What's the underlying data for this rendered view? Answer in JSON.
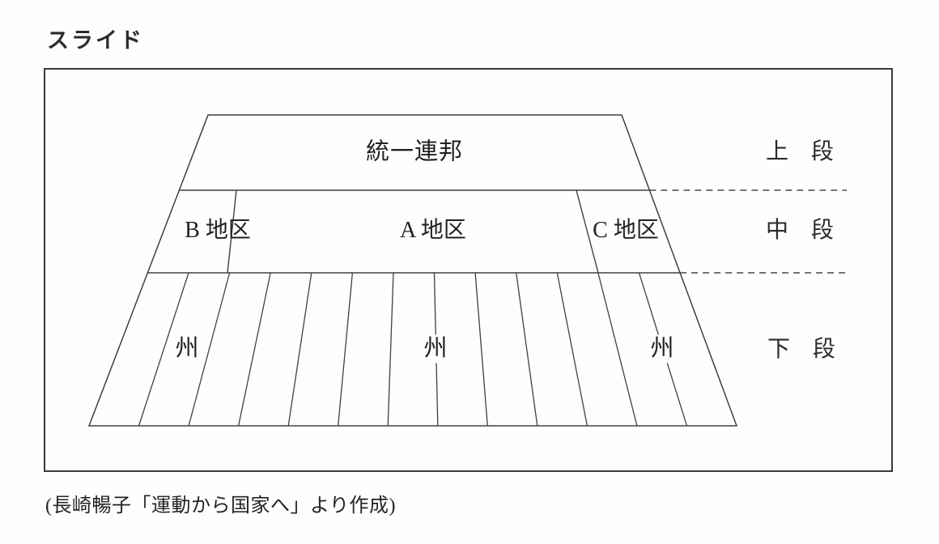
{
  "title": "スライド",
  "caption": "(長崎暢子「運動から国家へ」より作成)",
  "colors": {
    "line": "#404040",
    "frame": "#3a3a3a",
    "text": "#222222"
  },
  "diagram": {
    "top_tier": {
      "label": "統一連邦"
    },
    "middle_tier": {
      "regions": [
        {
          "label": "B 地区"
        },
        {
          "label": "A 地区"
        },
        {
          "label": "C 地区"
        }
      ]
    },
    "bottom_tier": {
      "cell_count": 13,
      "state_labels": [
        "州",
        "州",
        "州"
      ]
    },
    "tier_labels": [
      {
        "label": "上　段"
      },
      {
        "label": "中　段"
      },
      {
        "label": "下　段"
      }
    ]
  }
}
